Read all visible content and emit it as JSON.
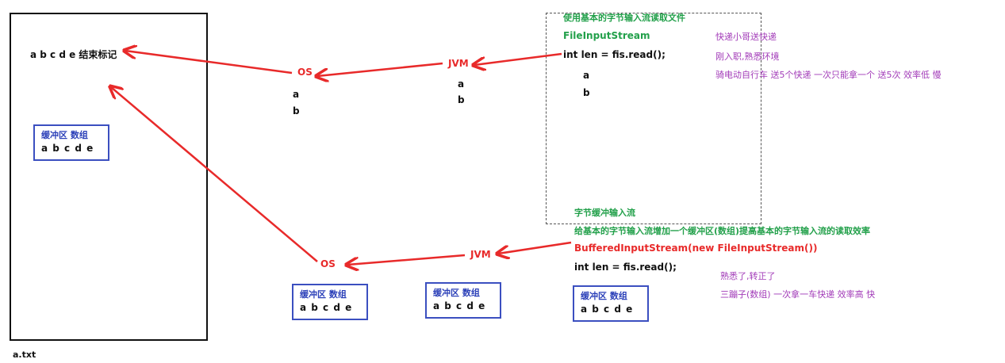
{
  "file": {
    "content_label": "a b c d e 结束标记",
    "filename": "a.txt",
    "buffer": {
      "label": "缓冲区 数组",
      "value": "a b c d e"
    }
  },
  "top_flow": {
    "os_label": "OS",
    "os_values": [
      "a",
      "b"
    ],
    "jvm_label": "JVM",
    "jvm_values": [
      "a",
      "b"
    ]
  },
  "fis_section": {
    "title": "使用基本的字节输入流读取文件",
    "class_name": "FileInputStream",
    "code": "int len = fis.read();",
    "values": [
      "a",
      "b"
    ]
  },
  "notes_top": [
    "快递小哥送快递",
    "刚入职,熟悉环境",
    "骑电动自行车  送5个快递  一次只能拿一个  送5次   效率低   慢"
  ],
  "bis_section": {
    "title": "字节缓冲输入流",
    "description": "给基本的字节输入流增加一个缓冲区(数组)提高基本的字节输入流的读取效率",
    "class_name": "BufferedInputStream(new FileInputStream())",
    "code": "int len = fis.read();"
  },
  "notes_bottom": [
    "熟悉了,转正了",
    "三蹦子(数组)  一次拿一车快递  效率高  快"
  ],
  "bottom_flow": {
    "os_label": "OS",
    "jvm_label": "JVM",
    "buffers": [
      {
        "label": "缓冲区 数组",
        "value": "a b c d e"
      },
      {
        "label": "缓冲区 数组",
        "value": "a b c d e"
      },
      {
        "label": "缓冲区 数组",
        "value": "a b c d e"
      }
    ]
  }
}
